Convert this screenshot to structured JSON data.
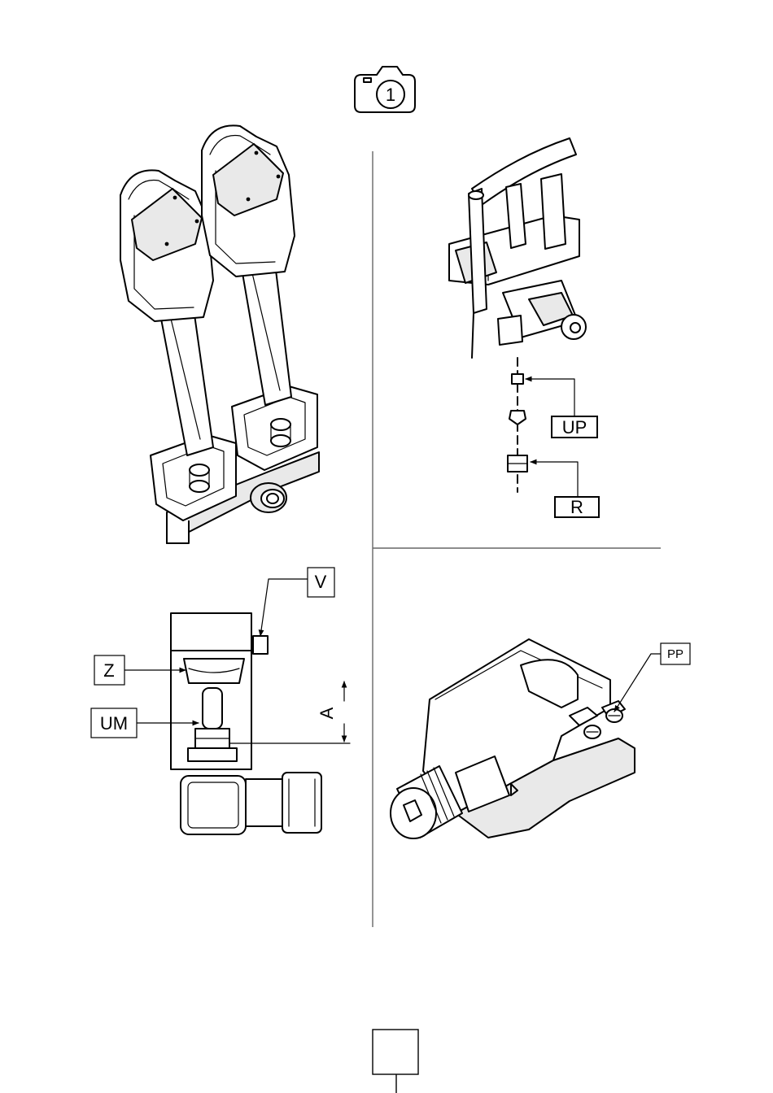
{
  "header": {
    "icon": "camera-icon",
    "number": "1"
  },
  "callouts": {
    "up": "UP",
    "r": "R",
    "v": "V",
    "z": "Z",
    "um": "UM",
    "a": "A",
    "pp": "PP"
  },
  "footer": {
    "page_box": ""
  }
}
